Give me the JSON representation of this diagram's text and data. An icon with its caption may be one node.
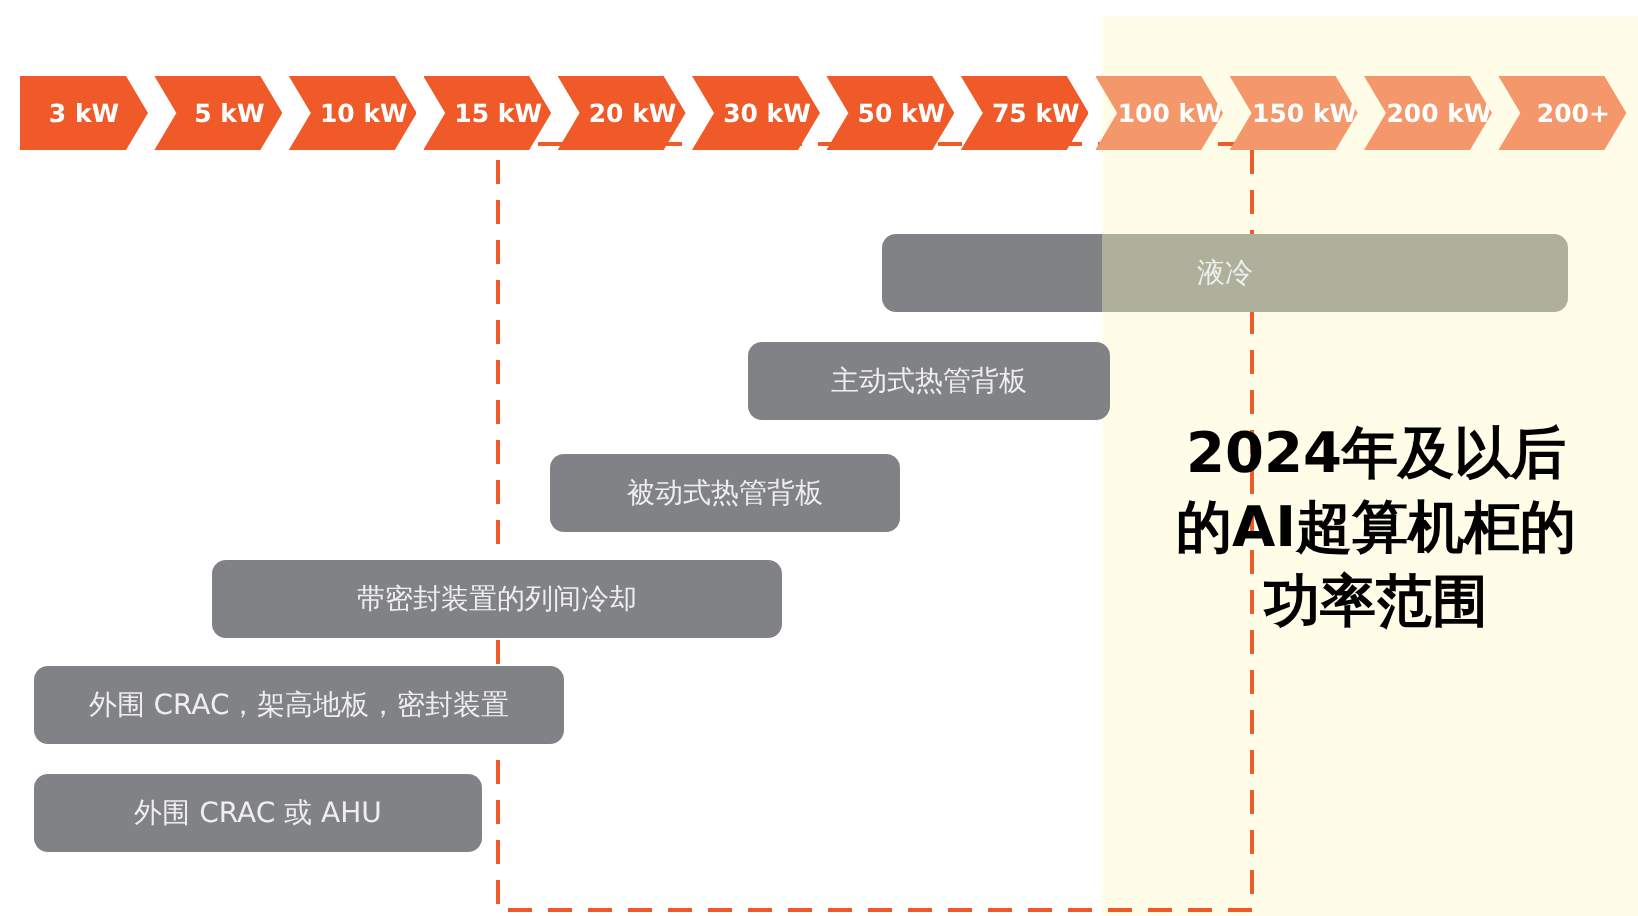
{
  "diagram": {
    "nodes": [
      {
        "text": [
          "3 kW"
        ]
      },
      {
        "text": [
          "5 kW"
        ]
      },
      {
        "text": [
          "10 kW"
        ]
      },
      {
        "text": [
          "15 kW"
        ]
      },
      {
        "text": [
          "20 kW"
        ]
      },
      {
        "text": [
          "30 kW"
        ]
      },
      {
        "text": [
          "50 kW"
        ]
      },
      {
        "text": [
          "75 kW"
        ]
      },
      {
        "text": [
          "100 kW"
        ]
      },
      {
        "text": [
          "150 kW"
        ]
      },
      {
        "text": [
          "200 kW"
        ]
      },
      {
        "text": [
          "200+"
        ]
      },
      {
        "text": [
          "液冷"
        ]
      },
      {
        "text": [
          "主动式热管背板"
        ]
      },
      {
        "text": [
          "被动式热管背板"
        ]
      },
      {
        "text": [
          "带密封装置的列间冷却"
        ]
      },
      {
        "text": [
          "外围 CRAC，架高地板，密封装置"
        ]
      },
      {
        "text": [
          "外围 CRAC 或 AHU"
        ]
      }
    ],
    "labels": [
      "2024年及以后的AI超算机柜的功率范围"
    ]
  }
}
